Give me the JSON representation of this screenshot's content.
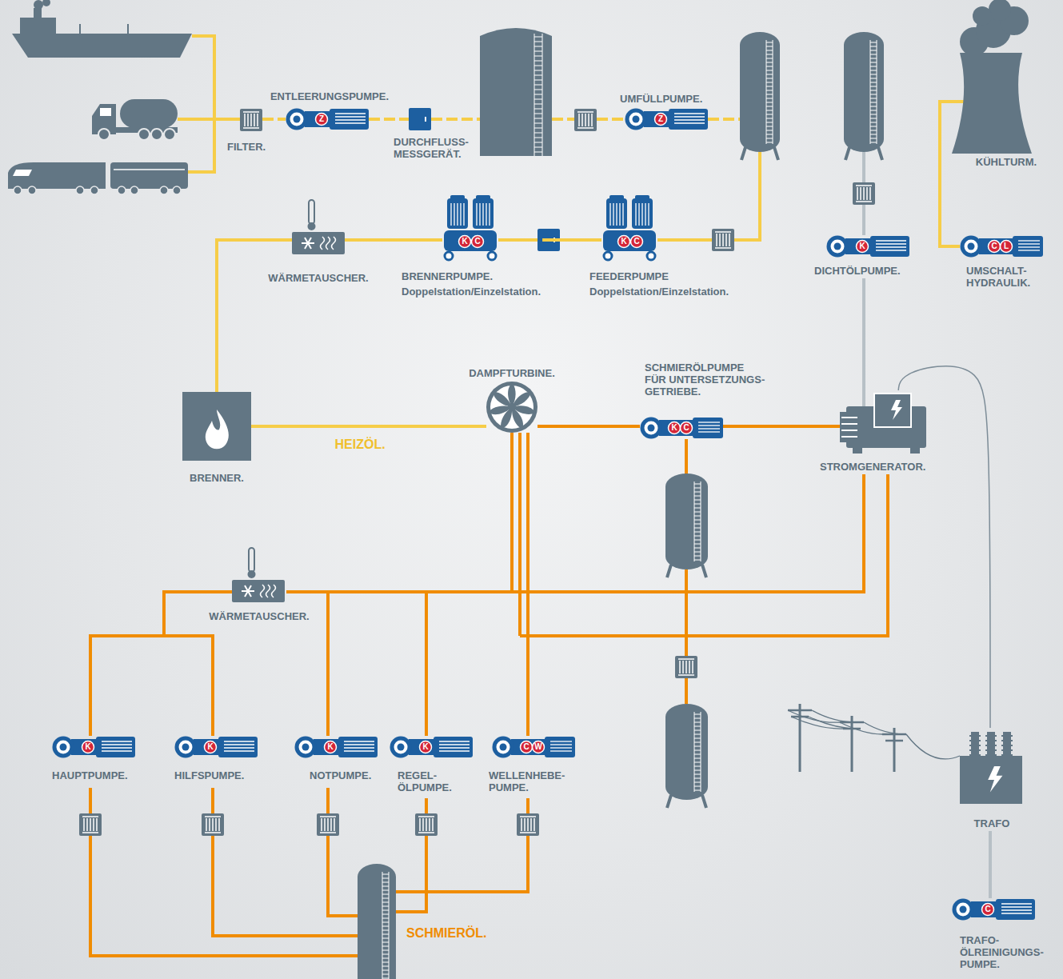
{
  "diagram": {
    "nodes": [
      {
        "text": [
          "FILTER."
        ]
      },
      {
        "text": [
          "ENTLEERUNGSPUMPE."
        ]
      },
      {
        "text": [
          "DURCHFLUSS- MESSGERÄT."
        ]
      },
      {
        "text": [
          "UMFÜLLPUMPE."
        ]
      },
      {
        "text": [
          "KÜHLTURM."
        ]
      },
      {
        "text": [
          "WÄRMETAUSCHER."
        ]
      },
      {
        "text": [
          "BRENNERPUMPE.",
          "Doppelstation/Einzelstation."
        ]
      },
      {
        "text": [
          "FEEDERPUMPE",
          "Doppelstation/Einzelstation."
        ]
      },
      {
        "text": [
          "DICHTÖLPUMPE."
        ]
      },
      {
        "text": [
          "UMSCHALT- HYDRAULIK."
        ]
      },
      {
        "text": [
          "BRENNER."
        ]
      },
      {
        "text": [
          "DAMPFTURBINE."
        ]
      },
      {
        "text": [
          "SCHMIERÖLPUMPE FÜR UNTERSETZUNGS- GETRIEBE."
        ]
      },
      {
        "text": [
          "STROMGENERATOR."
        ]
      },
      {
        "text": [
          "WÄRMETAUSCHER."
        ]
      },
      {
        "text": [
          "HAUPTPUMPE."
        ]
      },
      {
        "text": [
          "HILFSPUMPE."
        ]
      },
      {
        "text": [
          "NOTPUMPE."
        ]
      },
      {
        "text": [
          "REGEL- ÖLPUMPE."
        ]
      },
      {
        "text": [
          "WELLENHEBE- PUMPE."
        ]
      },
      {
        "text": [
          "TRAFO"
        ]
      },
      {
        "text": [
          "TRAFO- ÖLREINIGUNGS- PUMPE."
        ]
      }
    ],
    "edges": [
      {
        "from": 0,
        "to": 1,
        "arrow": "none"
      },
      {
        "from": 1,
        "to": 2,
        "arrow": "none"
      },
      {
        "from": 7,
        "to": 6,
        "arrow": "none"
      },
      {
        "from": 6,
        "to": 5,
        "arrow": "none"
      },
      {
        "from": 5,
        "to": 10,
        "arrow": "none"
      },
      {
        "from": 10,
        "to": 11,
        "label": "HEIZÖL.",
        "arrow": "none"
      },
      {
        "from": 11,
        "to": 12,
        "arrow": "none"
      },
      {
        "from": 12,
        "to": 13,
        "arrow": "none"
      },
      {
        "from": 8,
        "to": 13,
        "arrow": "none"
      },
      {
        "from": 13,
        "to": 20,
        "arrow": "none"
      },
      {
        "from": 20,
        "to": 21,
        "arrow": "none"
      },
      {
        "from": 4,
        "to": 9,
        "arrow": "none"
      },
      {
        "from": 15,
        "to": 14,
        "arrow": "none"
      },
      {
        "from": 16,
        "to": 14,
        "arrow": "none"
      },
      {
        "from": 14,
        "to": 11,
        "arrow": "none"
      },
      {
        "from": 14,
        "to": 13,
        "arrow": "none"
      },
      {
        "from": 17,
        "to": 14,
        "arrow": "none"
      },
      {
        "from": 18,
        "to": 14,
        "arrow": "none"
      },
      {
        "from": 19,
        "to": 11,
        "arrow": "none"
      },
      {
        "from": 19,
        "to": 13,
        "arrow": "none"
      }
    ],
    "labels": [
      "Z",
      "Z",
      "K",
      "C",
      "K",
      "C",
      "K",
      "C",
      "L",
      "K",
      "C",
      "K",
      "K",
      "K",
      "K",
      "C",
      "W",
      "C",
      "SCHMIERÖL."
    ]
  }
}
